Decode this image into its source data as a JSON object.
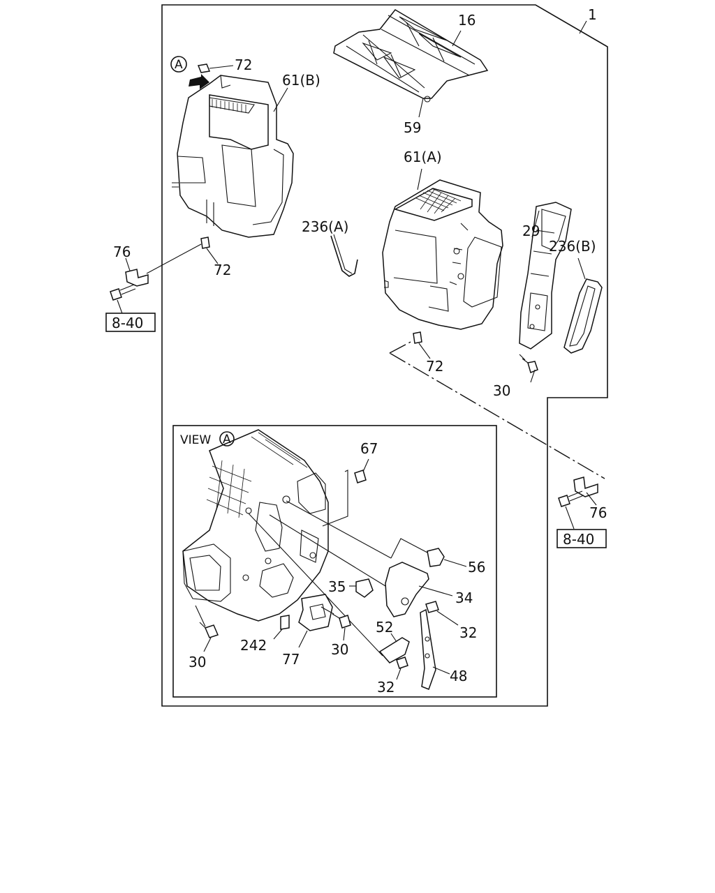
{
  "diagram": {
    "callouts": {
      "c1": "1",
      "c16": "16",
      "c59": "59",
      "c72a": "72",
      "c61b": "61(B)",
      "c61a": "61(A)",
      "c72b": "72",
      "c76a": "76",
      "c236a": "236(A)",
      "c29": "29",
      "c236b": "236(B)",
      "c72c": "72",
      "c30a": "30",
      "c76b": "76",
      "c67": "67",
      "c56": "56",
      "c35": "35",
      "c34": "34",
      "c32a": "32",
      "c52": "52",
      "c242": "242",
      "c77": "77",
      "c30b": "30",
      "c30c": "30",
      "c48": "48",
      "c32b": "32"
    },
    "view_marker": "A",
    "view_label": "VIEW",
    "view_circle": "A",
    "refs": {
      "left": "8-40",
      "right": "8-40"
    }
  }
}
